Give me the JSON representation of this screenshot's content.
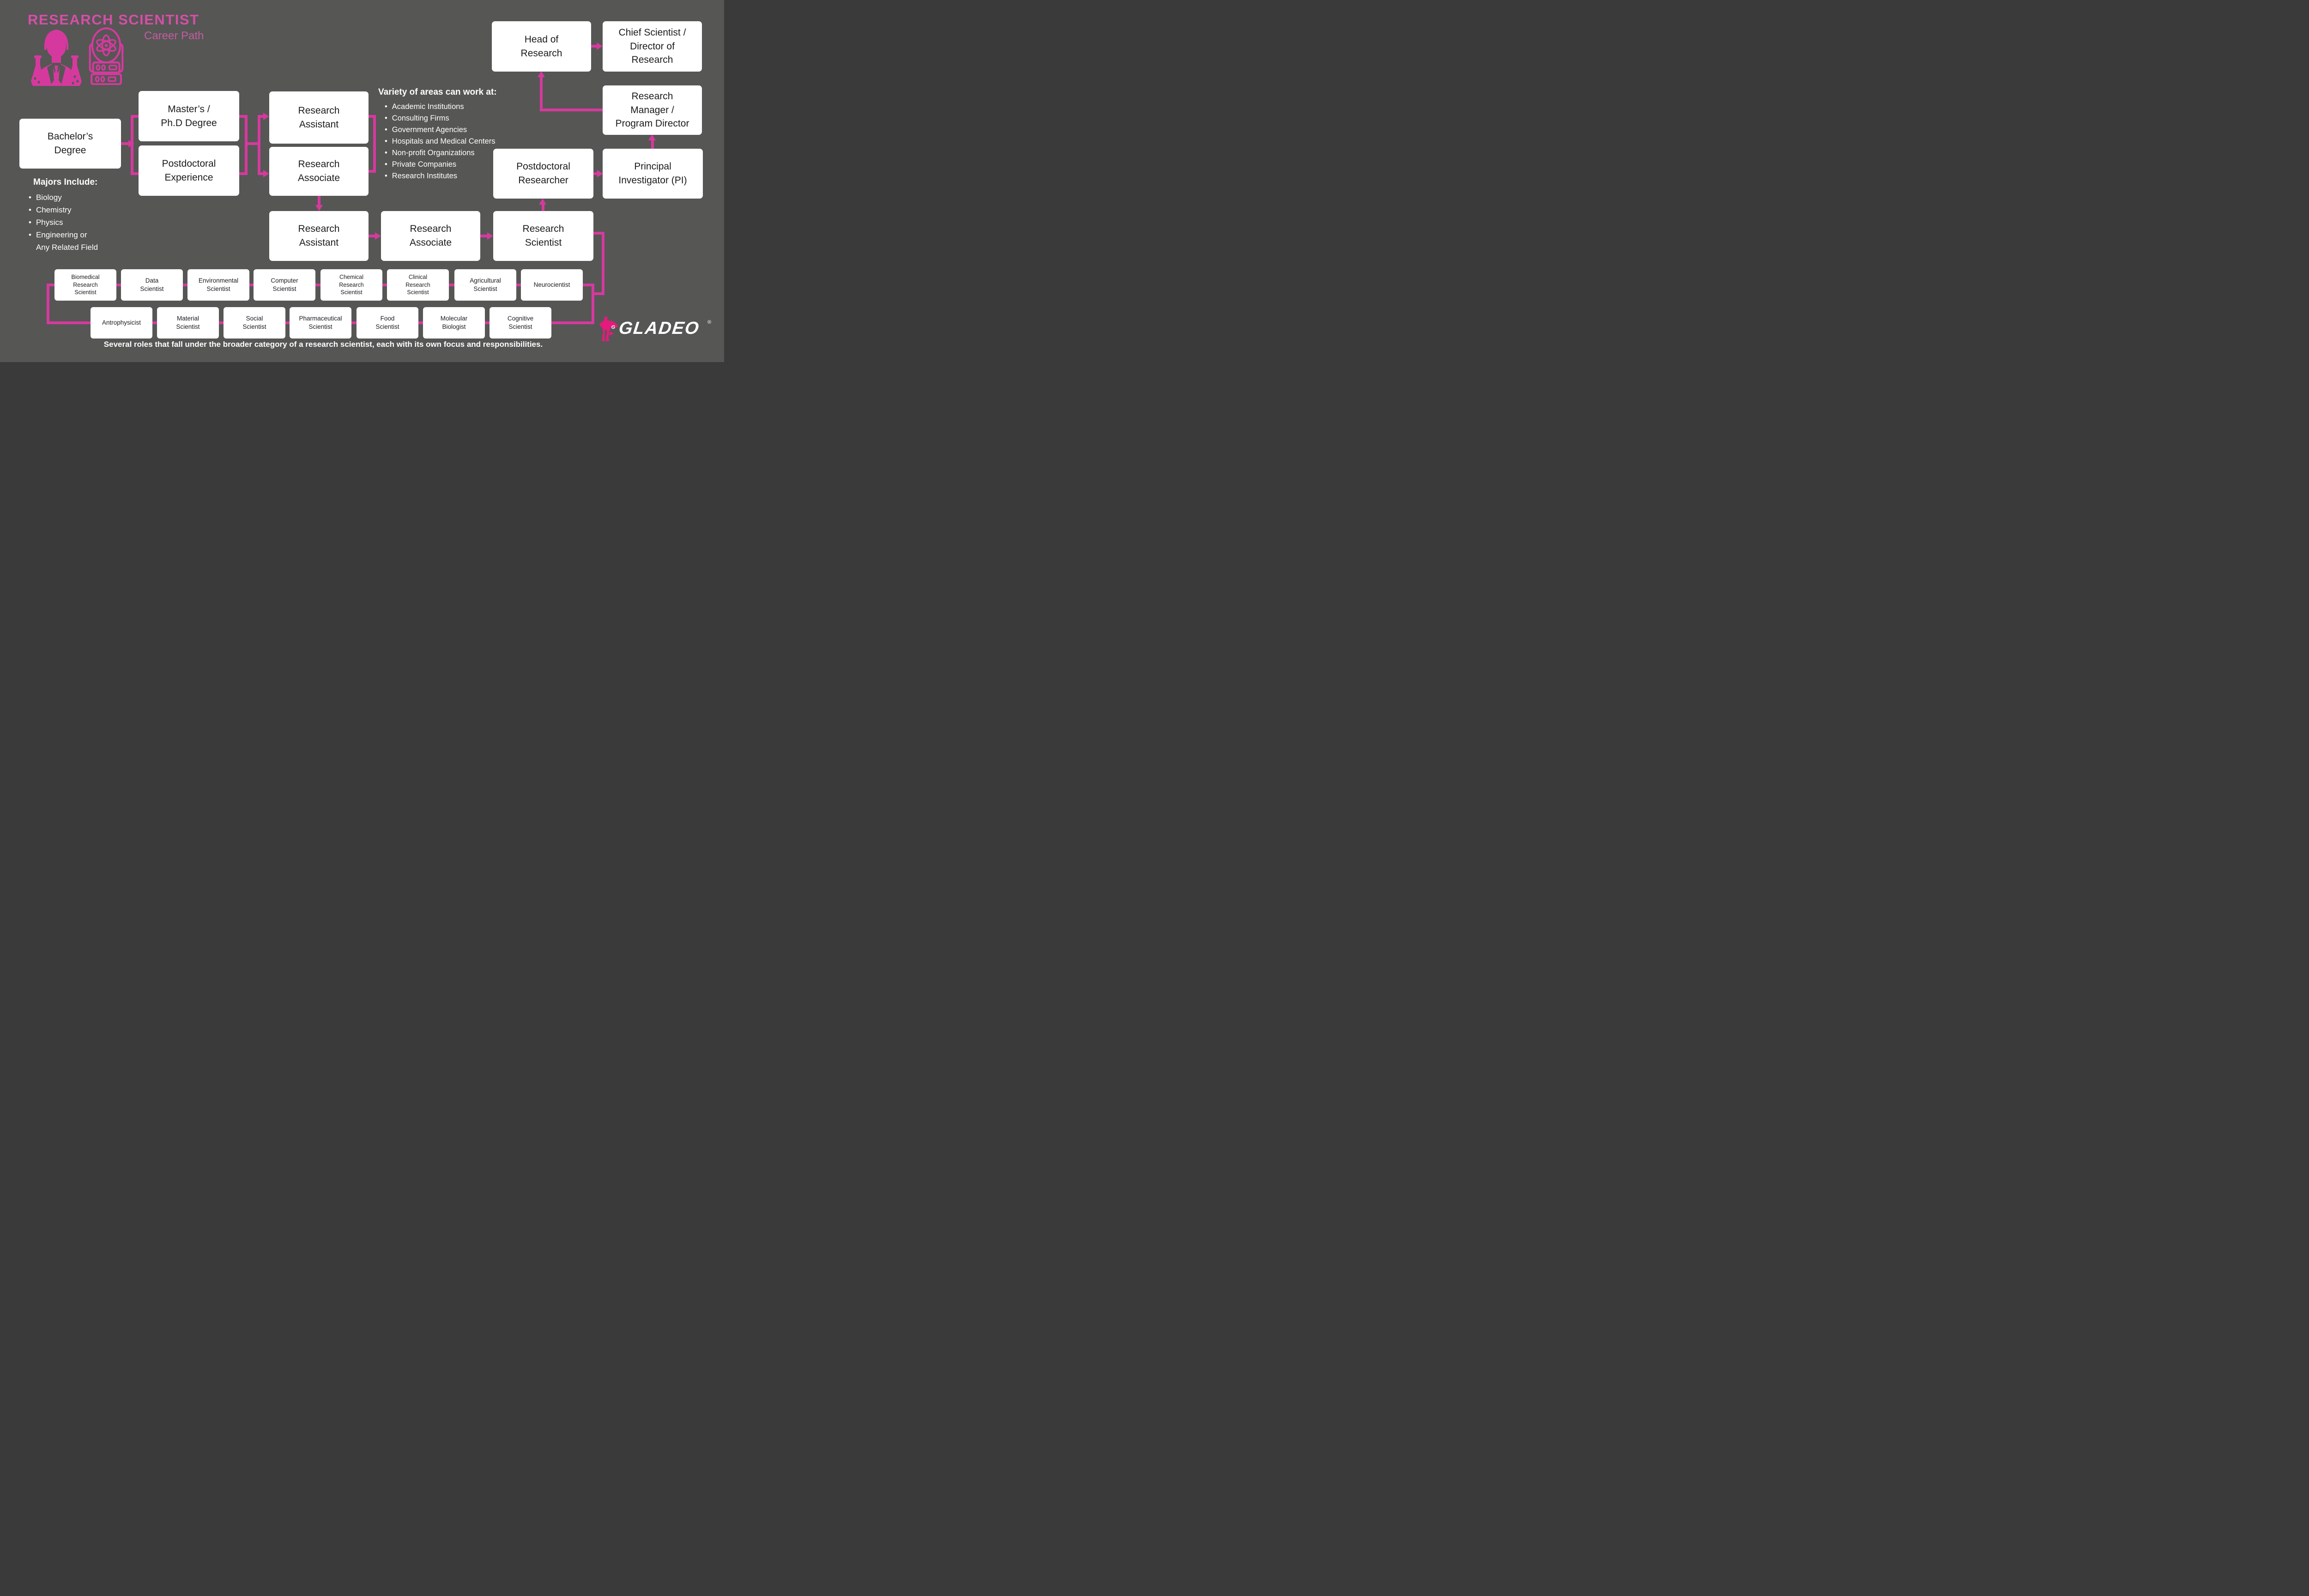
{
  "colors": {
    "background": "#565655",
    "accent_pink": "#d6399e",
    "title_pink": "#d44fa6",
    "subtitle_pink": "#c25d9f",
    "logo_pink": "#e8197d",
    "box_text": "#1b1b1b",
    "text_white": "#ffffff"
  },
  "header": {
    "title": "RESEARCH SCIENTIST",
    "subtitle": "Career Path"
  },
  "flow": {
    "bachelors": {
      "label": "Bachelor’s\nDegree"
    },
    "masters": {
      "label": "Master’s /\nPh.D Degree"
    },
    "postdoc_experience": {
      "label": "Postdoctoral\nExperience"
    },
    "research_assistant_1": {
      "label": "Research\nAssistant"
    },
    "research_associate_1": {
      "label": "Research\nAssociate"
    },
    "head_of_research": {
      "label": "Head of\nResearch"
    },
    "chief_scientist": {
      "label": "Chief Scientist /\nDirector of\nResearch"
    },
    "research_manager": {
      "label": "Research\nManager /\nProgram Director"
    },
    "postdoctoral_researcher": {
      "label": "Postdoctoral\nResearcher"
    },
    "principal_investigator": {
      "label": "Principal\nInvestigator (PI)"
    },
    "research_assistant_2": {
      "label": "Research\nAssistant"
    },
    "research_associate_2": {
      "label": "Research\nAssociate"
    },
    "research_scientist": {
      "label": "Research\nScientist"
    }
  },
  "majors": {
    "heading": "Majors Include:",
    "items": [
      "Biology",
      "Chemistry",
      "Physics",
      "Engineering or\nAny Related Field"
    ]
  },
  "work_areas": {
    "heading": "Variety of areas can work at:",
    "items": [
      "Academic Institutions",
      "Consulting Firms",
      "Government Agencies",
      "Hospitals and Medical Centers",
      "Non-profit Organizations",
      "Private Companies",
      "Research Institutes"
    ]
  },
  "specializations": {
    "row1": [
      "Biomedical\nResearch\nScientist",
      "Data\nScientist",
      "Environmental\nScientist",
      "Computer\nScientist",
      "Chemical\nResearch\nScientist",
      "Clinical\nResearch\nScientist",
      "Agricultural\nScientist",
      "Neurocientist"
    ],
    "row2": [
      "Antrophysicist",
      "Material\nScientist",
      "Social\nScientist",
      "Pharmaceutical\nScientist",
      "Food\nScientist",
      "Molecular\nBiologist",
      "Cognitive\nScientist"
    ]
  },
  "caption": "Several roles that fall under the broader category of a research scientist, each with its own focus and responsibilities.",
  "logo": {
    "brand": "GLADEO",
    "registered": "®"
  }
}
